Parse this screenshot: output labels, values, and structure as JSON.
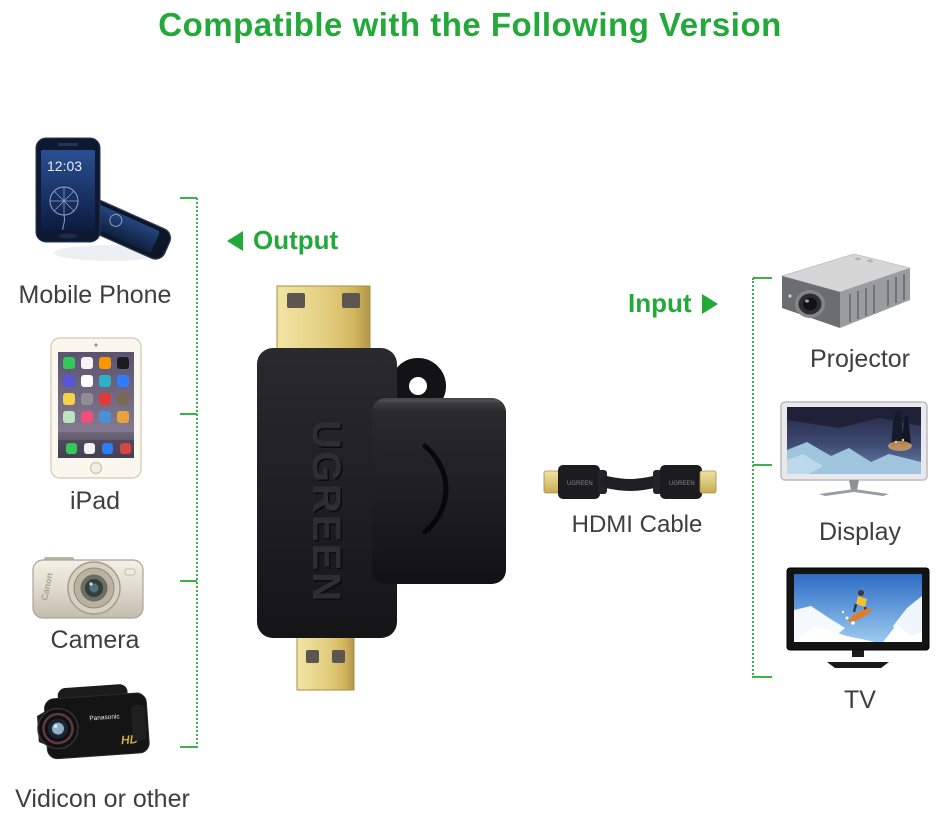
{
  "title": "Compatible with the Following Version",
  "colors": {
    "title_green": "#23a83a",
    "bracket_green": "#3cb14d",
    "label_gray": "#3e3e3e",
    "adapter_black": "#1a1a1c",
    "connector_gold": "#e2cd7e"
  },
  "connectors": {
    "output_label": "Output",
    "input_label": "Input"
  },
  "adapter": {
    "brand": "UGREEN"
  },
  "cable": {
    "label": "HDMI Cable",
    "brand": "UGREEN"
  },
  "sources": [
    {
      "label": "Mobile Phone",
      "clock": "12:03"
    },
    {
      "label": "iPad"
    },
    {
      "label": "Camera",
      "brand": "Canon"
    },
    {
      "label": "Vidicon or other",
      "brand": "Panasonic",
      "badge": "HD"
    }
  ],
  "targets": [
    {
      "label": "Projector"
    },
    {
      "label": "Display"
    },
    {
      "label": "TV"
    }
  ]
}
